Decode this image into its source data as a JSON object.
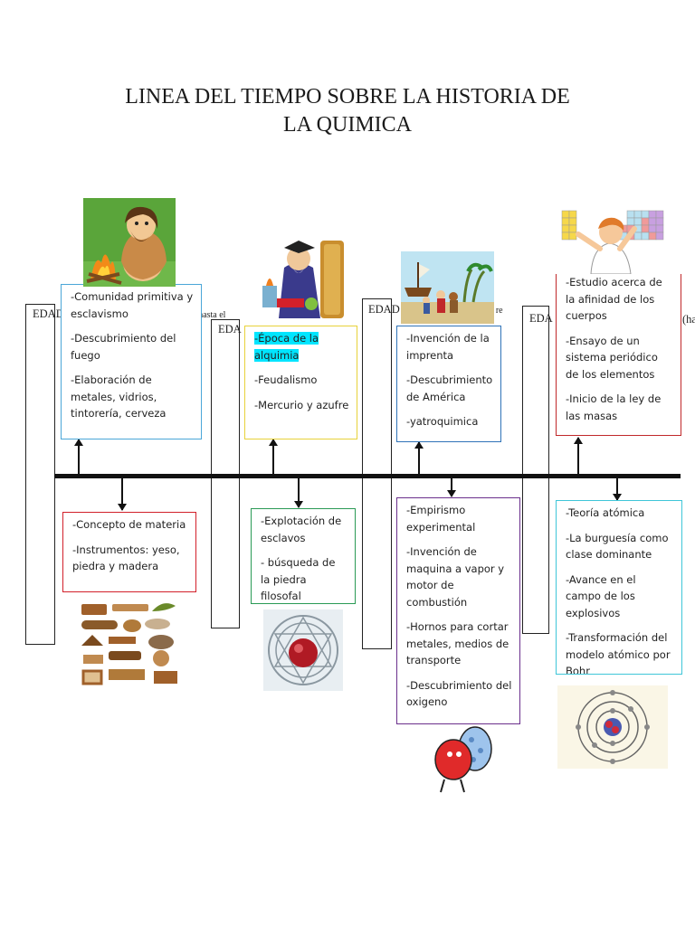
{
  "title": {
    "line1": "LINEA DEL TIEMPO SOBRE LA HISTORIA DE",
    "line2": "LA QUIMICA"
  },
  "eras": [
    {
      "label": "EDAD",
      "sub": "desde la antigüedad hasta el"
    },
    {
      "label": "EDA"
    },
    {
      "label": "EDAD",
      "sub": "ta l re"
    },
    {
      "label": "EDA",
      "tail": "(ha"
    }
  ],
  "top_cards": [
    {
      "color": "#4aa6d8",
      "items": [
        "-Comunidad primitiva y esclavismo",
        "-Descubrimiento del fuego",
        "-Elaboración de metales, vidrios, tintorería, cerveza"
      ]
    },
    {
      "color": "#e8d23a",
      "items": [
        "-Época de la alquimia",
        "-Feudalismo",
        "-Mercurio y azufre"
      ]
    },
    {
      "color": "#2f73b8",
      "items": [
        "-Invención de la imprenta",
        "-Descubrimiento de América",
        "-yatroquimica"
      ]
    },
    {
      "color": "#c0282a",
      "items": [
        "-Estudio acerca de la afinidad de los cuerpos",
        "-Ensayo de un sistema periódico de los elementos",
        "-Inicio de la ley de las masas"
      ]
    }
  ],
  "bottom_cards": [
    {
      "color": "#d2202a",
      "items": [
        "-Concepto de materia",
        "-Instrumentos: yeso, piedra y madera"
      ]
    },
    {
      "color": "#2a9a55",
      "items": [
        "-Explotación de esclavos",
        "- búsqueda de la piedra filosofal"
      ]
    },
    {
      "color": "#6a2f8c",
      "items": [
        "-Empirismo experimental",
        "-Invención de maquina a vapor y motor de combustión",
        "-Hornos para cortar metales, medios de transporte",
        "-Descubrimiento del oxigeno"
      ]
    },
    {
      "color": "#3fc6d8",
      "items": [
        "-Teoría atómica",
        "-La burguesía como clase dominante",
        "-Avance en el campo de los explosivos",
        "-Transformación del modelo atómico por Bohr"
      ]
    }
  ],
  "images": [
    {
      "icon": "caveman-fire-icon"
    },
    {
      "icon": "alchemist-icon"
    },
    {
      "icon": "explorers-ships-icon"
    },
    {
      "icon": "scientist-periodic-table-icon"
    },
    {
      "icon": "materials-wood-stone-icon"
    },
    {
      "icon": "philosophers-stone-icon"
    },
    {
      "icon": "oxygen-molecule-icon"
    },
    {
      "icon": "bohr-atom-icon"
    }
  ]
}
